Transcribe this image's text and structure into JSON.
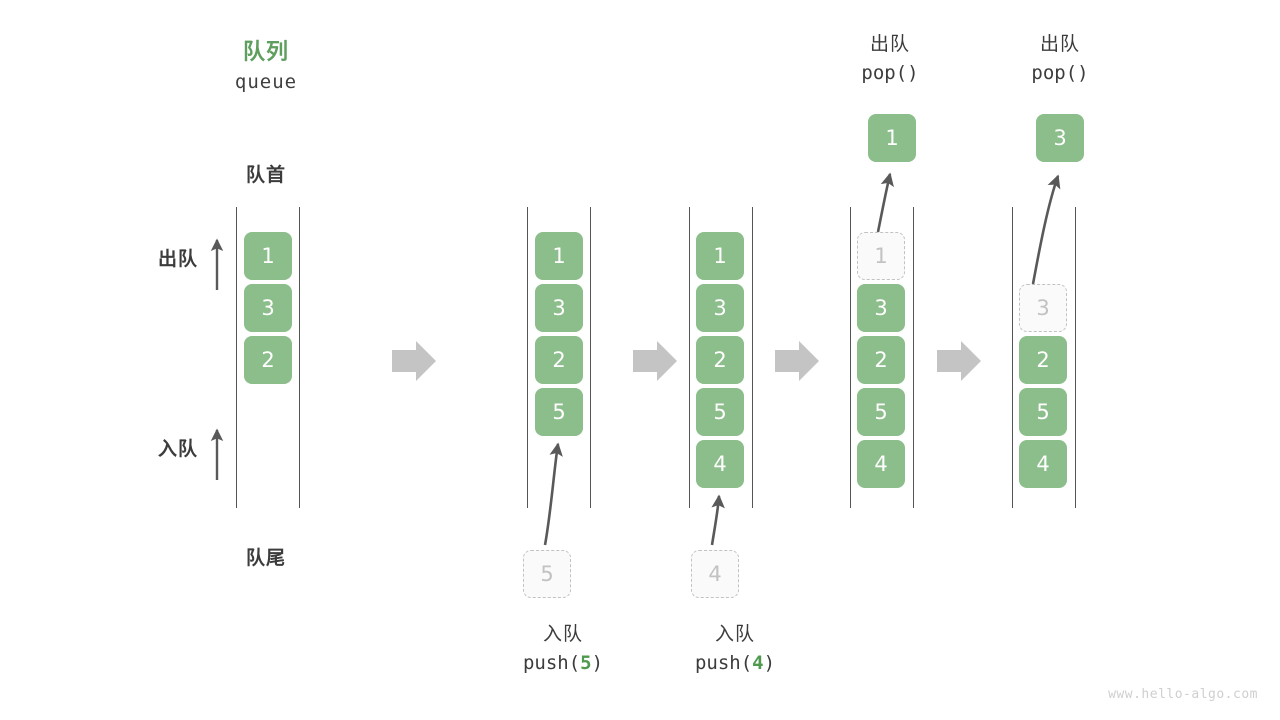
{
  "diagram": {
    "title_cn": "队列",
    "title_en": "queue",
    "front_label": "队首",
    "rear_label": "队尾",
    "dequeue_label": "出队",
    "enqueue_label": "入队",
    "accent_green": "#8bbe8a",
    "title_green": "#5e9e5e",
    "ghost_gray": "#c2c2c2",
    "rail_gray": "#555555",
    "flow_arrow_gray": "#c4c4c4"
  },
  "watermark": "www.hello-algo.com",
  "chart_data": {
    "type": "diagram",
    "title": "队列 queue",
    "steps": [
      {
        "id": "initial",
        "cells": [
          {
            "value": "1",
            "state": "filled"
          },
          {
            "value": "3",
            "state": "filled"
          },
          {
            "value": "2",
            "state": "filled"
          }
        ],
        "caption_cn": "",
        "caption_code": "",
        "caption_arg": "",
        "incoming": null,
        "outgoing": null
      },
      {
        "id": "push-5",
        "cells": [
          {
            "value": "1",
            "state": "filled"
          },
          {
            "value": "3",
            "state": "filled"
          },
          {
            "value": "2",
            "state": "filled"
          },
          {
            "value": "5",
            "state": "filled"
          }
        ],
        "caption_cn": "入队",
        "caption_code": "push(",
        "caption_arg": "5",
        "caption_code_end": ")",
        "incoming": {
          "value": "5",
          "state": "ghost"
        },
        "outgoing": null
      },
      {
        "id": "push-4",
        "cells": [
          {
            "value": "1",
            "state": "filled"
          },
          {
            "value": "3",
            "state": "filled"
          },
          {
            "value": "2",
            "state": "filled"
          },
          {
            "value": "5",
            "state": "filled"
          },
          {
            "value": "4",
            "state": "filled"
          }
        ],
        "caption_cn": "入队",
        "caption_code": "push(",
        "caption_arg": "4",
        "caption_code_end": ")",
        "incoming": {
          "value": "4",
          "state": "ghost"
        },
        "outgoing": null
      },
      {
        "id": "pop-1",
        "cells": [
          {
            "value": "1",
            "state": "ghost"
          },
          {
            "value": "3",
            "state": "filled"
          },
          {
            "value": "2",
            "state": "filled"
          },
          {
            "value": "5",
            "state": "filled"
          },
          {
            "value": "4",
            "state": "filled"
          }
        ],
        "caption_cn": "出队",
        "caption_code": "pop()",
        "caption_arg": "",
        "caption_code_end": "",
        "incoming": null,
        "outgoing": {
          "value": "1",
          "state": "filled"
        }
      },
      {
        "id": "pop-3",
        "cells": [
          {
            "value": "",
            "state": "empty"
          },
          {
            "value": "3",
            "state": "ghost"
          },
          {
            "value": "2",
            "state": "filled"
          },
          {
            "value": "5",
            "state": "filled"
          },
          {
            "value": "4",
            "state": "filled"
          }
        ],
        "caption_cn": "出队",
        "caption_code": "pop()",
        "caption_arg": "",
        "caption_code_end": "",
        "incoming": null,
        "outgoing": {
          "value": "3",
          "state": "filled"
        }
      }
    ],
    "flow_arrows": 4,
    "annotations": {
      "front": "队首",
      "rear": "队尾",
      "dequeue_direction": "出队",
      "enqueue_direction": "入队"
    }
  }
}
